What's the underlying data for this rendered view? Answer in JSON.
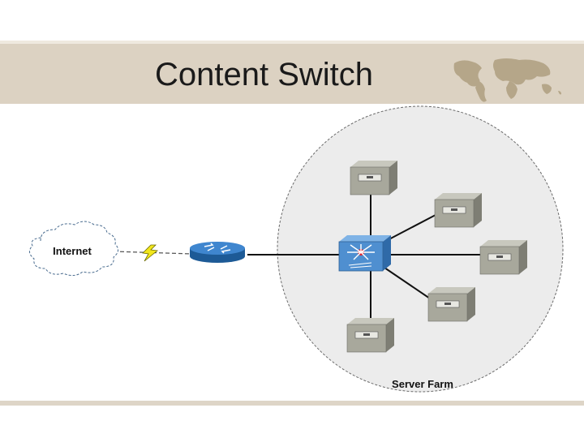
{
  "slide": {
    "title": "Content Switch"
  },
  "diagram": {
    "internet_label": "Internet",
    "server_farm_label": "Server Farm"
  },
  "icons": {
    "map": "world-map-icon",
    "cloud": "cloud-icon",
    "link": "lightning-bolt-icon",
    "router": "router-icon",
    "switch": "content-switch-icon",
    "server": "server-icon"
  },
  "colors": {
    "band": "#dcd2c2",
    "router": "#2a6fb5",
    "switch": "#4f8fd0",
    "server": "#a8a89c",
    "bolt": "#f2e61c"
  }
}
